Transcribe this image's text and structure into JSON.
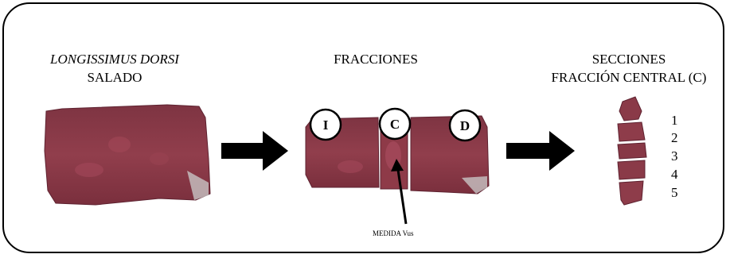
{
  "panels": {
    "left": {
      "title_italic": "LONGISSIMUS DORSI",
      "title_line2": "SALADO"
    },
    "middle": {
      "title": "FRACCIONES",
      "fraction_labels": [
        "I",
        "C",
        "D"
      ],
      "annotation": "MEDIDA Vus"
    },
    "right": {
      "title_line1": "SECCIONES",
      "title_line2": "FRACCIÓN CENTRAL (C)",
      "section_numbers": [
        "1",
        "2",
        "3",
        "4",
        "5"
      ]
    }
  },
  "colors": {
    "meat": "#8a3a48",
    "meat_dark": "#6e2a36",
    "meat_light": "#a5505e",
    "border": "#000000"
  },
  "icons": [
    "right-arrow-icon",
    "pointer-arrow-icon"
  ]
}
